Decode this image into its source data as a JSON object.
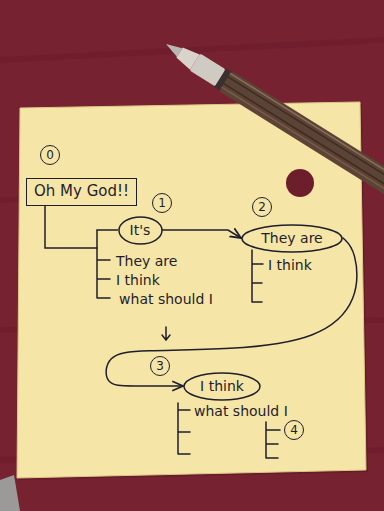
{
  "diagram": {
    "nodes": [
      {
        "text": [
          "Oh My God!!"
        ]
      },
      {
        "text": [
          "It's"
        ]
      },
      {
        "text": [
          "They are"
        ]
      },
      {
        "text": [
          "I think"
        ]
      }
    ],
    "edges": [
      {
        "from": 0,
        "to": 1,
        "arrow": "none"
      },
      {
        "from": 1,
        "to": 2,
        "arrow": "to"
      },
      {
        "from": 2,
        "to": 3,
        "arrow": "to"
      }
    ],
    "labels": [
      "0",
      "1",
      "2",
      "They are",
      "I think",
      "what should I",
      "I think",
      "3",
      "what should I",
      "4"
    ]
  }
}
